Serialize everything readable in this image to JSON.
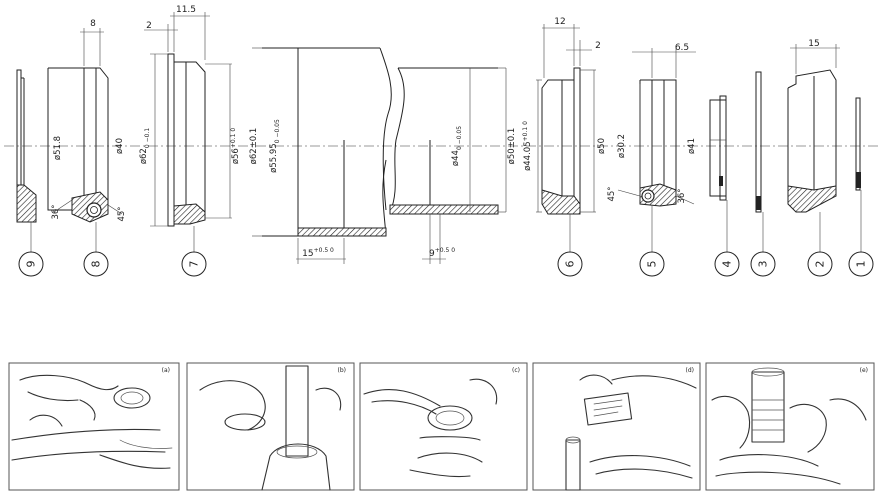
{
  "parts": [
    {
      "number": "9"
    },
    {
      "number": "8"
    },
    {
      "number": "7"
    },
    {
      "number": "6"
    },
    {
      "number": "5"
    },
    {
      "number": "4"
    },
    {
      "number": "3"
    },
    {
      "number": "2"
    },
    {
      "number": "1"
    }
  ],
  "dimensions": {
    "part8_width": "8",
    "part7_lip": "2",
    "part7_width": "11.5",
    "part6_width": "12",
    "part6_lip": "2",
    "part5_width": "6.5",
    "part2_width": "15",
    "d_51_8": "ø51.8",
    "d_40": "ø40",
    "d_62": "ø62",
    "d_62_tol": "0 −0.1",
    "d_56": "ø56",
    "d_56_tol": "+0.1 0",
    "d_62_01": "ø62±0.1",
    "d_55_95": "ø55.95",
    "d_55_95_tol": "0 −0.05",
    "d_44": "ø44",
    "d_44_tol": "0 −0.05",
    "d_50_01": "ø50±0.1",
    "d_44_05": "ø44.05",
    "d_44_05_tol": "+0.1 0",
    "d_50": "ø50",
    "d_30_2": "ø30.2",
    "d_41": "ø41",
    "tube_left_depth": "15",
    "tube_left_tol": "+0.5 0",
    "tube_right_depth": "9",
    "tube_right_tol": "+0.5 0",
    "angle_36_a": "36°",
    "angle_45_a": "45°",
    "angle_45_b": "45°",
    "angle_36_b": "36°"
  },
  "panels": [
    {
      "label": "(a)"
    },
    {
      "label": "(b)"
    },
    {
      "label": "(c)"
    },
    {
      "label": "(d)"
    },
    {
      "label": "(e)"
    }
  ]
}
